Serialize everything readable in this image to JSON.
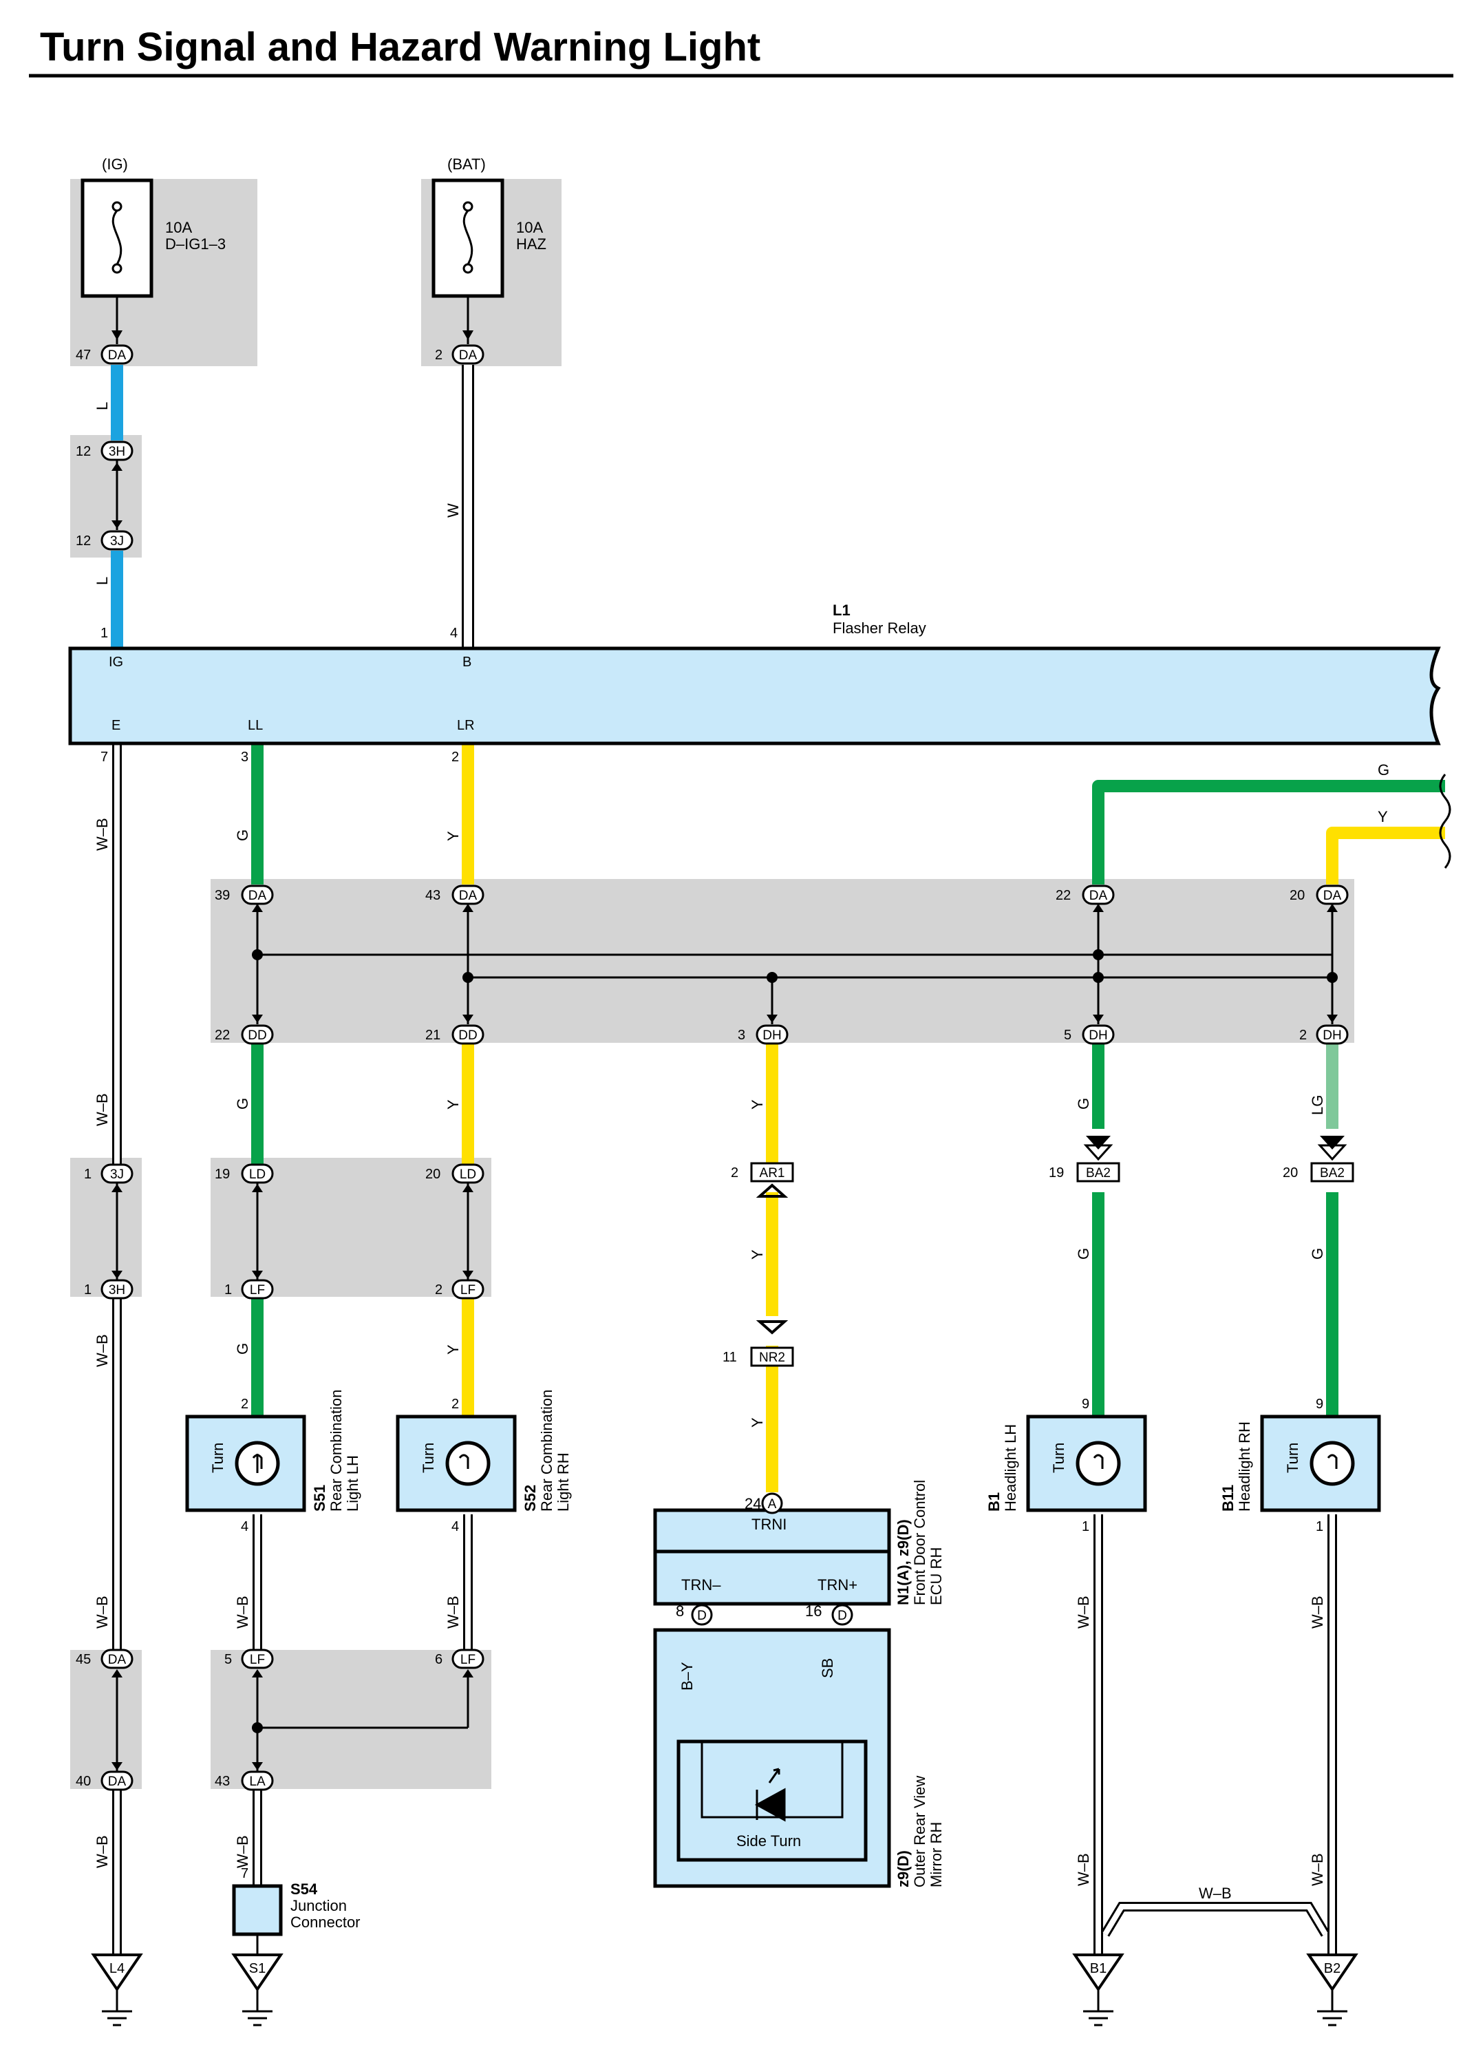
{
  "title": "Turn Signal and Hazard Warning Light",
  "colors": {
    "blue": "#1ba3e0",
    "green": "#08a24a",
    "yellow": "#ffe000",
    "light_green": "#7fc89a",
    "sky_blue": "#8fd6f6",
    "gray_panel": "#d4d4d4",
    "component_fill": "#c9e9fa"
  },
  "fuses": [
    {
      "source": "(IG)",
      "rating": "10A",
      "name": "D–IG1–3",
      "pin": "47",
      "connector": "DA"
    },
    {
      "source": "(BAT)",
      "rating": "10A",
      "name": "HAZ",
      "pin": "2",
      "connector": "DA"
    }
  ],
  "relay": {
    "code": "L1",
    "name": "Flasher Relay",
    "terminals": {
      "ig": "IG",
      "b": "B",
      "e": "E",
      "ll": "LL",
      "lr": "LR"
    },
    "pins": {
      "ig": "1",
      "b": "4",
      "e": "7",
      "ll": "3",
      "lr": "2"
    }
  },
  "wire_labels": {
    "L": "L",
    "W": "W",
    "WB": "W–B",
    "G": "G",
    "Y": "Y",
    "LG": "LG",
    "BY": "B–Y",
    "SB": "SB"
  },
  "connectors": {
    "c3H_top": {
      "pin": "12",
      "code": "3H"
    },
    "c3J_top": {
      "pin": "12",
      "code": "3J"
    },
    "da39": {
      "pin": "39",
      "code": "DA"
    },
    "da43": {
      "pin": "43",
      "code": "DA"
    },
    "da22": {
      "pin": "22",
      "code": "DA"
    },
    "da20": {
      "pin": "20",
      "code": "DA"
    },
    "dd22": {
      "pin": "22",
      "code": "DD"
    },
    "dd21": {
      "pin": "21",
      "code": "DD"
    },
    "dh3": {
      "pin": "3",
      "code": "DH"
    },
    "dh5": {
      "pin": "5",
      "code": "DH"
    },
    "dh2": {
      "pin": "2",
      "code": "DH"
    },
    "c3J_mid": {
      "pin": "1",
      "code": "3J"
    },
    "c3H_mid": {
      "pin": "1",
      "code": "3H"
    },
    "ld19": {
      "pin": "19",
      "code": "LD"
    },
    "ld20": {
      "pin": "20",
      "code": "LD"
    },
    "lf1": {
      "pin": "1",
      "code": "LF"
    },
    "lf2": {
      "pin": "2",
      "code": "LF"
    },
    "ar1": {
      "pin": "2",
      "code": "AR1"
    },
    "nr2": {
      "pin": "11",
      "code": "NR2"
    },
    "ba2_19": {
      "pin": "19",
      "code": "BA2"
    },
    "ba2_20": {
      "pin": "20",
      "code": "BA2"
    },
    "da45": {
      "pin": "45",
      "code": "DA"
    },
    "da40": {
      "pin": "40",
      "code": "DA"
    },
    "lf5": {
      "pin": "5",
      "code": "LF"
    },
    "lf6": {
      "pin": "6",
      "code": "LF"
    },
    "la43": {
      "pin": "43",
      "code": "LA"
    }
  },
  "components": {
    "s51": {
      "code": "S51",
      "name": "Rear Combination",
      "name2": "Light LH",
      "lamp": "Turn",
      "pin_in": "2",
      "pin_out": "4"
    },
    "s52": {
      "code": "S52",
      "name": "Rear Combination",
      "name2": "Light RH",
      "lamp": "Turn",
      "pin_in": "2",
      "pin_out": "4"
    },
    "b1": {
      "code": "B1",
      "name": "Headlight LH",
      "lamp": "Turn",
      "pin_in": "9",
      "pin_out": "1"
    },
    "b11": {
      "code": "B11",
      "name": "Headlight RH",
      "lamp": "Turn",
      "pin_in": "9",
      "pin_out": "1"
    },
    "ecu": {
      "code": "N1(A), z9(D)",
      "name": "Front Door Control",
      "name2": "ECU RH",
      "terminal": "TRNI",
      "pin": "24",
      "pin_conn": "A",
      "trn_minus": "TRN–",
      "trn_plus": "TRN+",
      "pin8": "8",
      "pin16": "16",
      "pin_conn_d": "D"
    },
    "mirror": {
      "code": "z9(D)",
      "name": "Outer Rear View",
      "name2": "Mirror RH",
      "lamp": "Side Turn"
    },
    "s54": {
      "code": "S54",
      "name": "Junction",
      "name2": "Connector",
      "pin": "7"
    }
  },
  "grounds": [
    "L4",
    "S1",
    "B1",
    "B2"
  ]
}
